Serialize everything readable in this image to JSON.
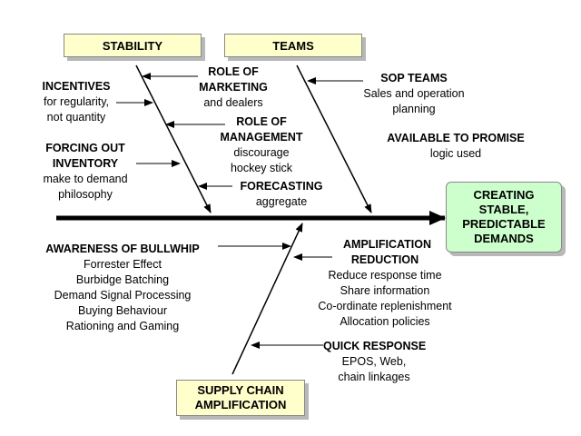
{
  "categories": {
    "stability": "STABILITY",
    "teams": "TEAMS",
    "supply_chain": "SUPPLY CHAIN AMPLIFICATION"
  },
  "effect": "CREATING STABLE, PREDICTABLE DEMANDS",
  "causes": {
    "incentives": {
      "head": "INCENTIVES",
      "lines": [
        "for regularity,",
        "not quantity"
      ]
    },
    "role_marketing": {
      "head": "ROLE OF MARKETING",
      "lines": [
        "and dealers"
      ]
    },
    "role_management": {
      "head": "ROLE OF MANAGEMENT",
      "lines": [
        "discourage",
        "hockey stick"
      ]
    },
    "forcing_out": {
      "head": "FORCING OUT INVENTORY",
      "lines": [
        "make to demand",
        "philosophy"
      ]
    },
    "forecasting": {
      "head": "FORECASTING",
      "lines": [
        "aggregate"
      ]
    },
    "sop_teams": {
      "head": "SOP TEAMS",
      "lines": [
        "Sales and operation",
        "planning"
      ]
    },
    "atp": {
      "head": "AVAILABLE TO PROMISE",
      "lines": [
        "logic used"
      ]
    },
    "bullwhip": {
      "head": "AWARENESS OF BULLWHIP",
      "lines": [
        "Forrester Effect",
        "Burbidge Batching",
        "Demand Signal Processing",
        "Buying Behaviour",
        "Rationing and Gaming"
      ]
    },
    "amplification": {
      "head": "AMPLIFICATION REDUCTION",
      "lines": [
        "Reduce response time",
        "Share information",
        "Co-ordinate replenishment",
        "Allocation policies"
      ]
    },
    "quick_response": {
      "head": "QUICK RESPONSE",
      "lines": [
        "EPOS, Web,",
        "chain linkages"
      ]
    }
  }
}
